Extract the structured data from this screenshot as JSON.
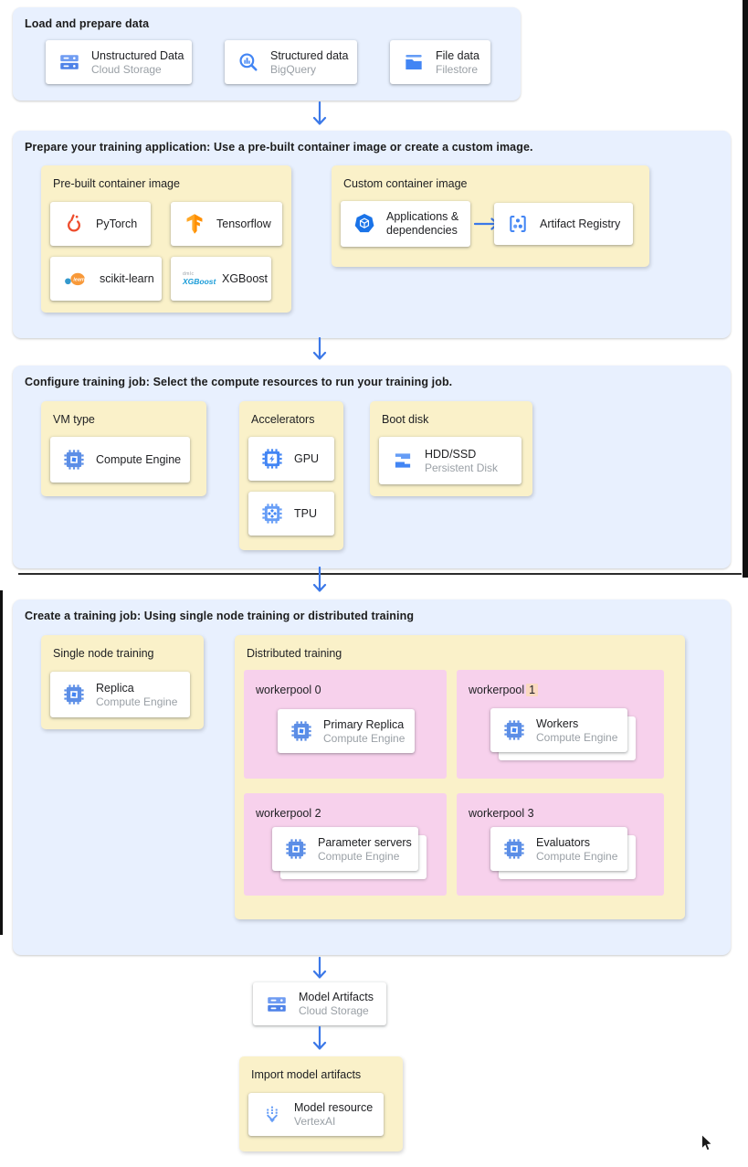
{
  "s1": {
    "title": "Load and prepare data",
    "cards": [
      {
        "label": "Unstructured Data",
        "sub": "Cloud Storage",
        "icon": "cloud-storage-icon"
      },
      {
        "label": "Structured data",
        "sub": "BigQuery",
        "icon": "bigquery-icon"
      },
      {
        "label": "File data",
        "sub": "Filestore",
        "icon": "filestore-icon"
      }
    ]
  },
  "s2": {
    "title": "Prepare your training application: Use a pre-built container image or create a custom image.",
    "prebuilt": {
      "title": "Pre-built container image",
      "cards": [
        {
          "label": "PyTorch",
          "icon": "pytorch-icon"
        },
        {
          "label": "Tensorflow",
          "icon": "tensorflow-icon"
        },
        {
          "label": "scikit-learn",
          "icon": "scikit-learn-icon"
        },
        {
          "label": "XGBoost",
          "icon": "xgboost-icon"
        }
      ]
    },
    "custom": {
      "title": "Custom container image",
      "app_card": {
        "label": "Applications & dependencies",
        "icon": "applications-dependencies-icon"
      },
      "registry_card": {
        "label": "Artifact Registry",
        "icon": "artifact-registry-icon"
      }
    }
  },
  "s3": {
    "title": "Configure training job: Select the compute resources to run your training job.",
    "vm": {
      "title": "VM type",
      "card": {
        "label": "Compute Engine",
        "icon": "compute-engine-icon"
      }
    },
    "acc": {
      "title": "Accelerators",
      "gpu": {
        "label": "GPU",
        "icon": "gpu-icon"
      },
      "tpu": {
        "label": "TPU",
        "icon": "tpu-icon"
      }
    },
    "boot": {
      "title": "Boot disk",
      "card": {
        "label": "HDD/SSD",
        "sub": "Persistent Disk",
        "icon": "persistent-disk-icon"
      }
    }
  },
  "s4": {
    "title": "Create a training job: Using single node training or distributed training",
    "single": {
      "title": "Single node training",
      "card": {
        "label": "Replica",
        "sub": "Compute Engine",
        "icon": "compute-engine-icon"
      }
    },
    "dist": {
      "title": "Distributed training",
      "pools": [
        {
          "name": "workerpool 0",
          "card": {
            "label": "Primary Replica",
            "sub": "Compute Engine"
          },
          "stacked": false
        },
        {
          "name": "workerpool",
          "num": "1",
          "card": {
            "label": "Workers",
            "sub": "Compute Engine"
          },
          "stacked": true
        },
        {
          "name": "workerpool 2",
          "card": {
            "label": "Parameter servers",
            "sub": "Compute Engine"
          },
          "stacked": true
        },
        {
          "name": "workerpool 3",
          "card": {
            "label": "Evaluators",
            "sub": "Compute Engine"
          },
          "stacked": true
        }
      ]
    }
  },
  "model_artifacts": {
    "label": "Model Artifacts",
    "sub": "Cloud Storage",
    "icon": "cloud-storage-icon"
  },
  "import_panel": {
    "title": "Import model artifacts",
    "card": {
      "label": "Model resource",
      "sub": "VertexAI",
      "icon": "vertex-ai-icon"
    }
  },
  "logos": {
    "sklearn_text": "learn",
    "xgboost_top": "dmlc",
    "xgboost_text": "XGBoost"
  },
  "colors": {
    "section_bg": "#E8F0FE",
    "panel_bg": "#FAF1C9",
    "pool_bg": "#F7D1EC",
    "highlight_bg": "#FAD9C0",
    "arrow_blue": "#3B78E8",
    "google_blue": "#4285F4"
  }
}
